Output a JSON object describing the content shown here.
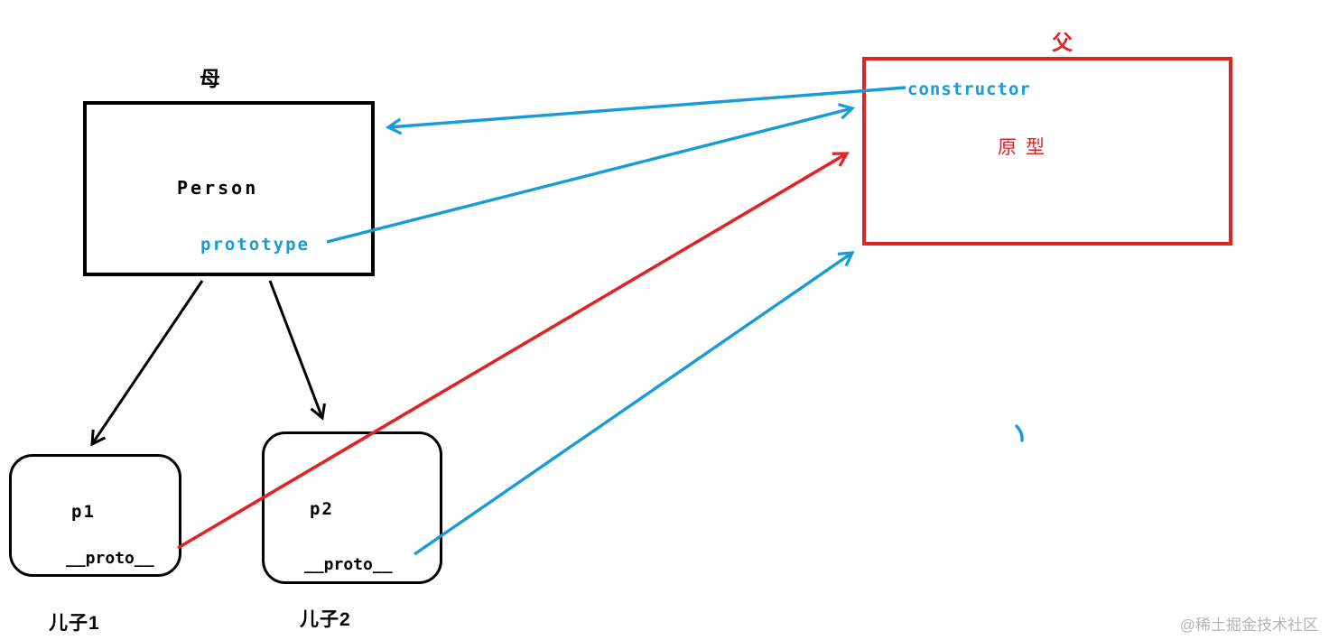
{
  "diagram": {
    "title_mother": "母",
    "title_father": "父",
    "person": {
      "label": "Person",
      "prototype_label": "prototype"
    },
    "proto_object": {
      "constructor_label": "constructor",
      "label": "原型"
    },
    "p1": {
      "label": "p1",
      "proto_label": "__proto__",
      "caption": "儿子1"
    },
    "p2": {
      "label": "p2",
      "proto_label": "__proto__",
      "caption": "儿子2"
    },
    "edges": [
      {
        "id": "constructor-to-person",
        "from": "proto-object-box.constructor",
        "to": "person-box",
        "color": "#189cd8"
      },
      {
        "id": "prototype-to-proto-object",
        "from": "person-box.prototype",
        "to": "proto-object-box",
        "color": "#189cd8"
      },
      {
        "id": "person-to-p1",
        "from": "person-box",
        "to": "p1-box",
        "color": "#000000"
      },
      {
        "id": "person-to-p2",
        "from": "person-box",
        "to": "p2-box",
        "color": "#000000"
      },
      {
        "id": "p1-proto-to-proto-object",
        "from": "p1-box.__proto__",
        "to": "proto-object-box",
        "color": "#e02424"
      },
      {
        "id": "p2-proto-to-proto-object",
        "from": "p2-box.__proto__",
        "to": "proto-object-box",
        "color": "#189cd8"
      }
    ],
    "colors": {
      "blue": "#189cd8",
      "red": "#e02424",
      "black": "#000000",
      "watermark_gray": "#b5b5b5"
    }
  },
  "watermark": "@稀土掘金技术社区"
}
